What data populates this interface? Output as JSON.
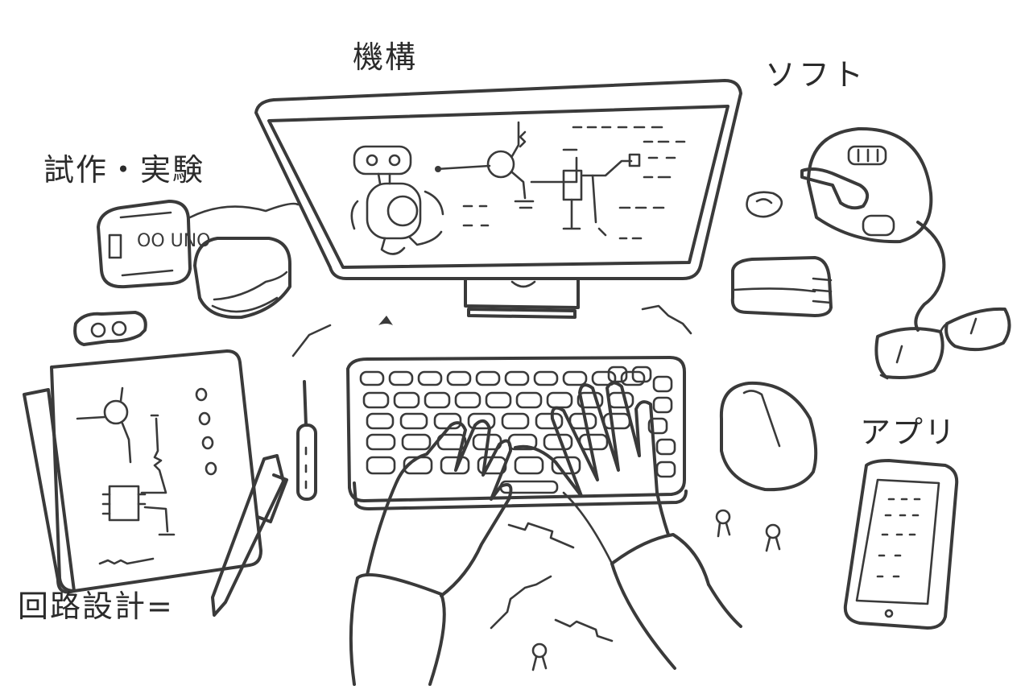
{
  "labels": {
    "mechanism": "機構",
    "software": "ソフト",
    "prototype": "試作・実験",
    "app": "アプリ",
    "circuit": "回路設計="
  },
  "board": {
    "text": "OO UNO"
  },
  "colors": {
    "ink": "#3a3a3a",
    "paper": "#ffffff"
  }
}
